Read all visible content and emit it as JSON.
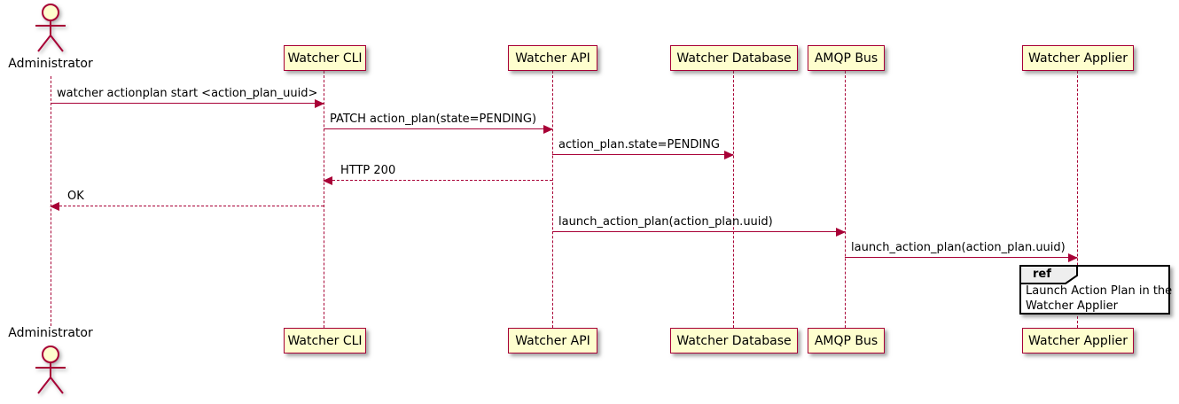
{
  "diagram": {
    "type": "uml-sequence",
    "actor": {
      "name": "Administrator"
    },
    "participants": [
      {
        "id": "watcher-cli",
        "label": "Watcher CLI"
      },
      {
        "id": "watcher-api",
        "label": "Watcher API"
      },
      {
        "id": "watcher-database",
        "label": "Watcher Database"
      },
      {
        "id": "amqp-bus",
        "label": "AMQP Bus"
      },
      {
        "id": "watcher-applier",
        "label": "Watcher Applier"
      }
    ],
    "messages": [
      {
        "label": "watcher actionplan start <action_plan_uuid>",
        "from": "Administrator",
        "to": "Watcher CLI",
        "line": "solid",
        "direction": "right"
      },
      {
        "label": "PATCH action_plan(state=PENDING)",
        "from": "Watcher CLI",
        "to": "Watcher API",
        "line": "solid",
        "direction": "right"
      },
      {
        "label": "action_plan.state=PENDING",
        "from": "Watcher API",
        "to": "Watcher Database",
        "line": "solid",
        "direction": "right"
      },
      {
        "label": "HTTP 200",
        "from": "Watcher API",
        "to": "Watcher CLI",
        "line": "dashed",
        "direction": "left"
      },
      {
        "label": "OK",
        "from": "Watcher CLI",
        "to": "Administrator",
        "line": "dashed",
        "direction": "left"
      },
      {
        "label": "launch_action_plan(action_plan.uuid)",
        "from": "Watcher API",
        "to": "AMQP Bus",
        "line": "solid",
        "direction": "right"
      },
      {
        "label": "launch_action_plan(action_plan.uuid)",
        "from": "AMQP Bus",
        "to": "Watcher Applier",
        "line": "solid",
        "direction": "right"
      }
    ],
    "ref": {
      "keyword": "ref",
      "lines": [
        "Launch Action Plan in the",
        "Watcher Applier"
      ],
      "over": "Watcher Applier"
    },
    "colors": {
      "participant_fill": "#FEFECE",
      "line_and_border": "#A80036",
      "text": "#000000",
      "ref_border": "#000000",
      "ref_tab_fill": "#EEEEEE",
      "background": "#FFFFFF"
    }
  }
}
